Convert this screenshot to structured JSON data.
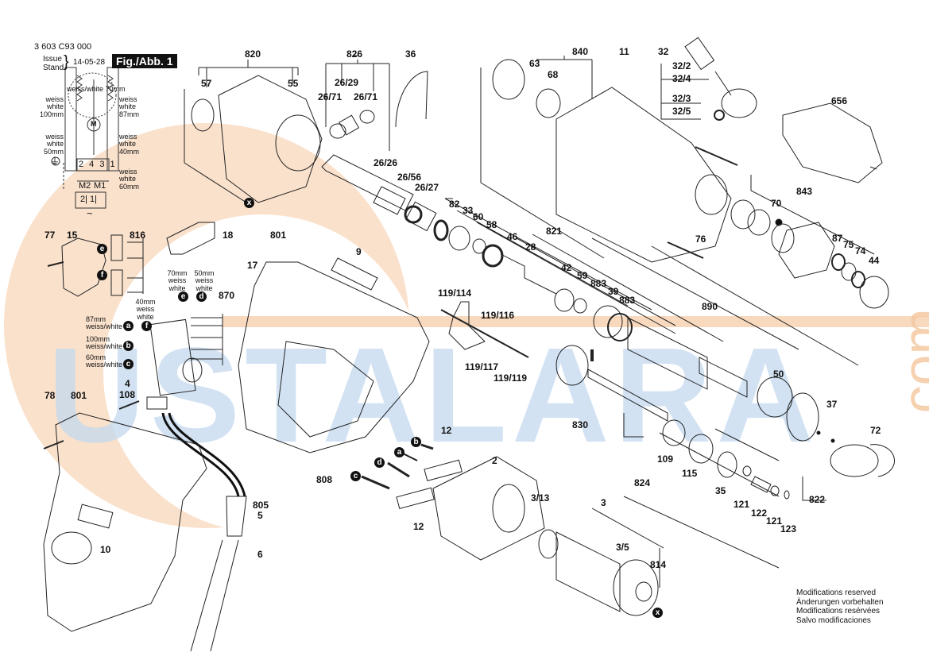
{
  "document": {
    "part_number": "3 603 C93 000",
    "issue_label_en": "Issue",
    "issue_label_de": "Stand",
    "issue_date": "14-05-28",
    "figure_label": "Fig./Abb. 1",
    "modifications_notice": [
      "Modifications reserved",
      "Änderungen vorbehalten",
      "Modifications resérvées",
      "Salvo modificaciones"
    ]
  },
  "watermark": {
    "text": "USTALARA",
    "suffix": ".com",
    "colors": {
      "orange": "#f5c9a2",
      "blue": "#c4d9ef"
    }
  },
  "wiring_diagram": {
    "top_label": "weiss/white 70mm",
    "left_upper": [
      "weiss",
      "white",
      "100mm"
    ],
    "left_lower": [
      "weiss",
      "white",
      "50mm"
    ],
    "right_upper": [
      "weiss",
      "white",
      "87mm"
    ],
    "right_middle": [
      "weiss",
      "white",
      "40mm"
    ],
    "right_lower": [
      "weiss",
      "white",
      "60mm"
    ],
    "terminals": "2 4 3 1",
    "motor_symbol": "M",
    "m2": "M2",
    "m1": "M1",
    "bottom_terminals": "2| 1|",
    "ac_symbol": "~",
    "ground_symbol": "⏚"
  },
  "switch_wiring": {
    "wire_70": [
      "70mm",
      "weiss",
      "white"
    ],
    "wire_50": [
      "50mm",
      "weiss",
      "white"
    ],
    "wire_40": [
      "40mm",
      "weiss",
      "white"
    ],
    "wire_87": [
      "87mm",
      "weiss/white"
    ],
    "wire_100": [
      "100mm",
      "weiss/white"
    ],
    "wire_60": [
      "60mm",
      "weiss/white"
    ]
  },
  "markers": {
    "a": "a",
    "b": "b",
    "c": "c",
    "d": "d",
    "e": "e",
    "f": "f",
    "x": "x"
  },
  "part_labels": {
    "p820": "820",
    "p57": "57",
    "p55": "55",
    "p826": "826",
    "p26_29": "26/29",
    "p26_71a": "26/71",
    "p26_71b": "26/71",
    "p26_26": "26/26",
    "p26_56": "26/56",
    "p26_27": "26/27",
    "p36": "36",
    "p840": "840",
    "p63": "63",
    "p68": "68",
    "p11": "11",
    "p32": "32",
    "p32_2": "32/2",
    "p32_4": "32/4",
    "p32_3": "32/3",
    "p32_5": "32/5",
    "p656": "656",
    "p843": "843",
    "p70": "70",
    "p87": "87",
    "p75": "75",
    "p74": "74",
    "p44": "44",
    "p76": "76",
    "p82": "82",
    "p33": "33",
    "p60": "60",
    "p58": "58",
    "p46": "46",
    "p28": "28",
    "p821": "821",
    "p42": "42",
    "p59": "59",
    "p883a": "883",
    "p39": "39",
    "p883b": "883",
    "p890": "890",
    "p50": "50",
    "p37": "37",
    "p72": "72",
    "p822": "822",
    "p119_114": "119/114",
    "p119_116": "119/116",
    "p119_117": "119/117",
    "p119_119": "119/119",
    "p830": "830",
    "p109": "109",
    "p115": "115",
    "p35": "35",
    "p121a": "121",
    "p122": "122",
    "p121b": "121",
    "p123": "123",
    "p824": "824",
    "p77": "77",
    "p15": "15",
    "p816": "816",
    "p18": "18",
    "p870": "870",
    "p4": "4",
    "p108": "108",
    "p78": "78",
    "p801a": "801",
    "p801b": "801",
    "p17": "17",
    "p9": "9",
    "p808": "808",
    "p12a": "12",
    "p12b": "12",
    "p2": "2",
    "p3_13": "3/13",
    "p3": "3",
    "p3_5": "3/5",
    "p814": "814",
    "p805": "805",
    "p5": "5",
    "p6": "6",
    "p10": "10"
  }
}
